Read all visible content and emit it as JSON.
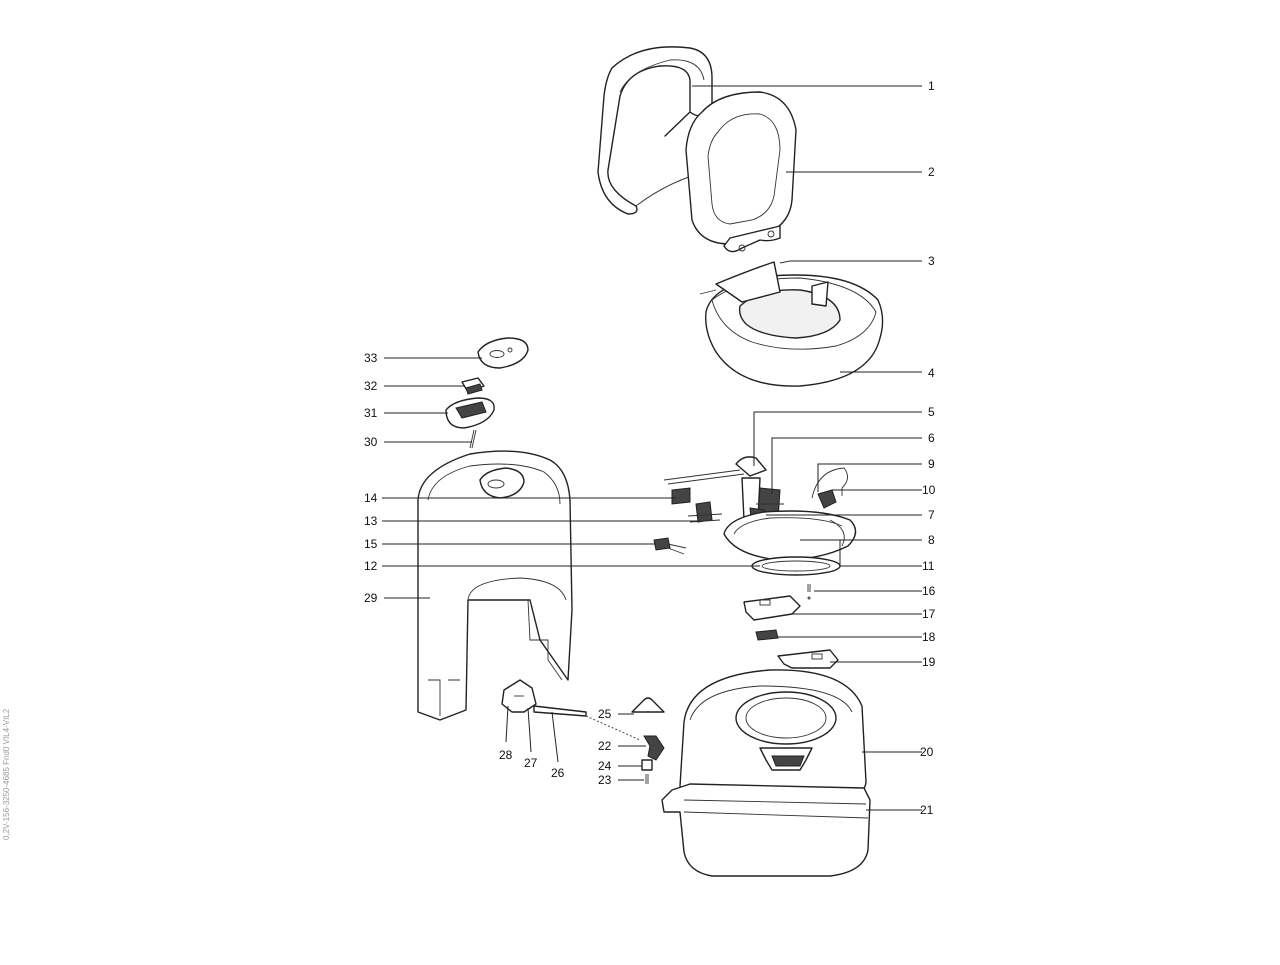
{
  "diagram": {
    "callouts": [
      {
        "id": "c1",
        "label": "1"
      },
      {
        "id": "c2",
        "label": "2"
      },
      {
        "id": "c3",
        "label": "3"
      },
      {
        "id": "c4",
        "label": "4"
      },
      {
        "id": "c5",
        "label": "5"
      },
      {
        "id": "c6",
        "label": "6"
      },
      {
        "id": "c7",
        "label": "7"
      },
      {
        "id": "c8",
        "label": "8"
      },
      {
        "id": "c9",
        "label": "9"
      },
      {
        "id": "c10",
        "label": "10"
      },
      {
        "id": "c11",
        "label": "11"
      },
      {
        "id": "c12",
        "label": "12"
      },
      {
        "id": "c13",
        "label": "13"
      },
      {
        "id": "c14",
        "label": "14"
      },
      {
        "id": "c15",
        "label": "15"
      },
      {
        "id": "c16",
        "label": "16"
      },
      {
        "id": "c17",
        "label": "17"
      },
      {
        "id": "c18",
        "label": "18"
      },
      {
        "id": "c19",
        "label": "19"
      },
      {
        "id": "c20",
        "label": "20"
      },
      {
        "id": "c21",
        "label": "21"
      },
      {
        "id": "c22",
        "label": "22"
      },
      {
        "id": "c23",
        "label": "23"
      },
      {
        "id": "c24",
        "label": "24"
      },
      {
        "id": "c25",
        "label": "25"
      },
      {
        "id": "c26",
        "label": "26"
      },
      {
        "id": "c27",
        "label": "27"
      },
      {
        "id": "c28",
        "label": "28"
      },
      {
        "id": "c29",
        "label": "29"
      },
      {
        "id": "c30",
        "label": "30"
      },
      {
        "id": "c31",
        "label": "31"
      },
      {
        "id": "c32",
        "label": "32"
      },
      {
        "id": "c33",
        "label": "33"
      }
    ],
    "side_code": "0,2V-156-3250-4685 Fnd0 VIL4-VIL2",
    "colors": {
      "line": "#222222",
      "background": "#ffffff",
      "side_code": "#9a9a9a"
    }
  }
}
